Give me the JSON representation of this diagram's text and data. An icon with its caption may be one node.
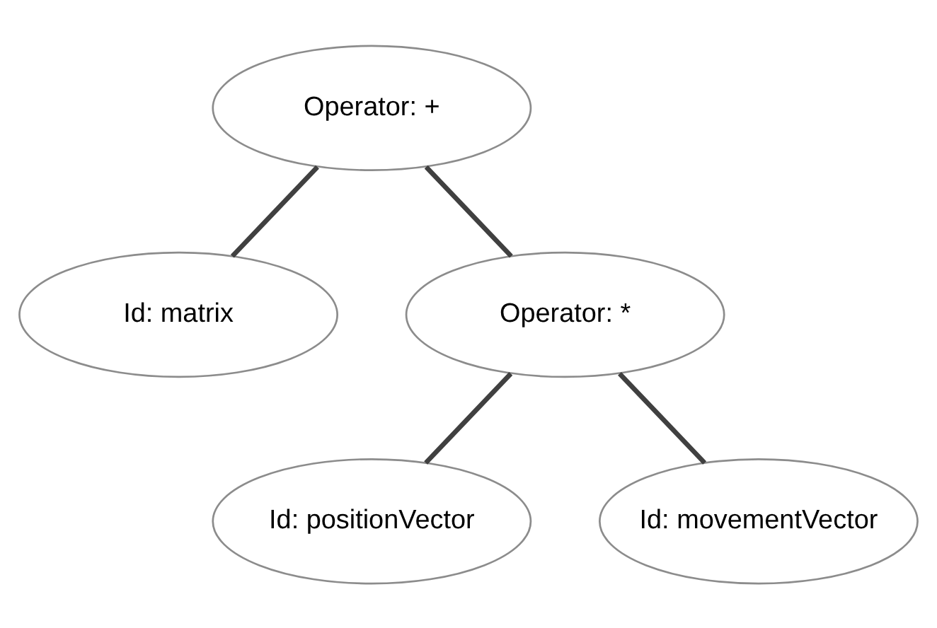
{
  "diagram": {
    "nodes": [
      {
        "text": [
          "Operator: +"
        ]
      },
      {
        "text": [
          "Id: matrix"
        ]
      },
      {
        "text": [
          "Operator: *"
        ]
      },
      {
        "text": [
          "Id: positionVector"
        ]
      },
      {
        "text": [
          "Id: movementVector"
        ]
      }
    ],
    "edges": [
      {
        "from": 0,
        "to": 1,
        "arrow": "none"
      },
      {
        "from": 0,
        "to": 2,
        "arrow": "none"
      },
      {
        "from": 2,
        "to": 3,
        "arrow": "none"
      },
      {
        "from": 2,
        "to": 4,
        "arrow": "none"
      }
    ]
  }
}
